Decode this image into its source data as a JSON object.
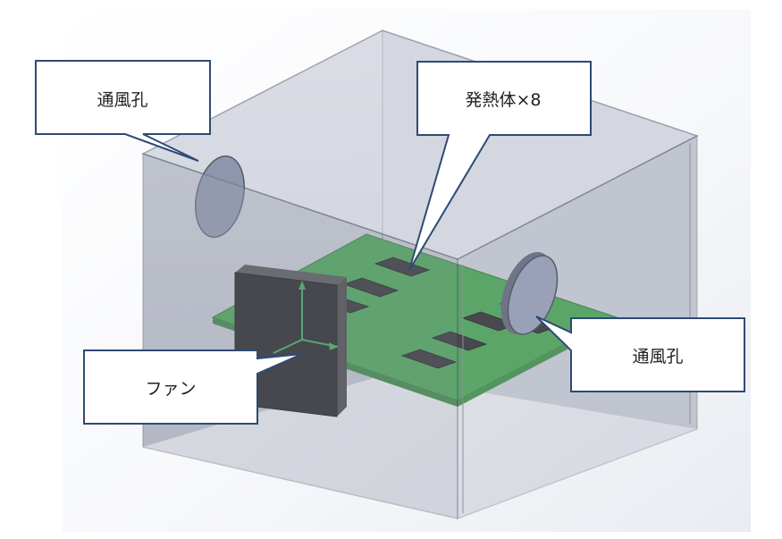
{
  "callouts": {
    "vent_left": "通風孔",
    "heat_sources": "発熱体×8",
    "vent_right": "通風孔",
    "fan": "ファン"
  },
  "colors": {
    "callout_border": "#2e4a75",
    "box_face": "#9ea3b1",
    "board": "#3aa345",
    "chip": "#1f1f1f",
    "fan": "#111111",
    "vent": "#8e95ad"
  }
}
